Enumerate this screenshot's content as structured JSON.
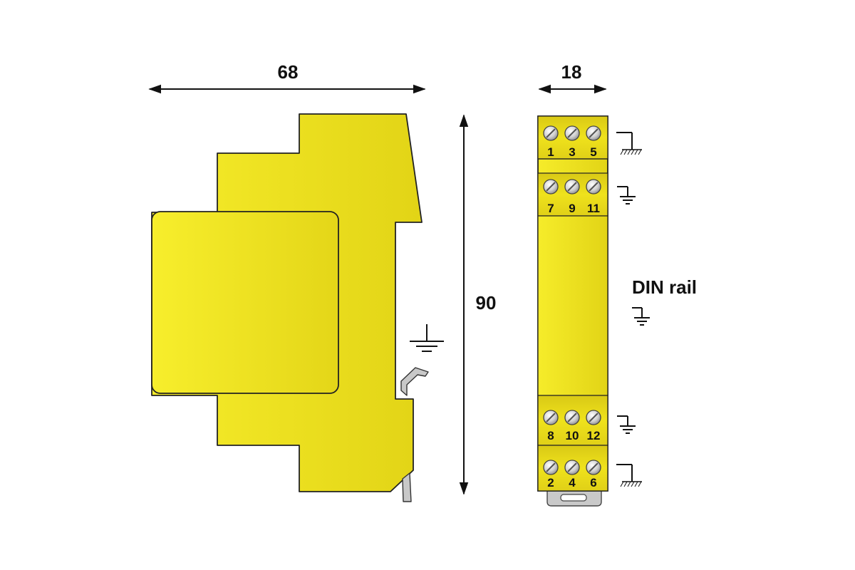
{
  "dimensions": {
    "width_side": "68",
    "width_front": "18",
    "height": "90"
  },
  "annotations": {
    "din_rail": "DIN rail"
  },
  "terminals": {
    "top_row_1": [
      "1",
      "3",
      "5"
    ],
    "top_row_2": [
      "7",
      "9",
      "11"
    ],
    "bottom_row_1": [
      "8",
      "10",
      "12"
    ],
    "bottom_row_2": [
      "2",
      "4",
      "6"
    ]
  },
  "colors": {
    "housing": "#f0e41a",
    "housing_light": "#f6ec2a",
    "housing_shade": "#e2d416",
    "terminal_band": "#e8d71b",
    "outline": "#222222",
    "rail_metal": "#bdbdbd"
  },
  "icons": {
    "ground": "ground-icon",
    "chassis_ground": "chassis-ground-icon",
    "screw": "screw-terminal-icon"
  }
}
